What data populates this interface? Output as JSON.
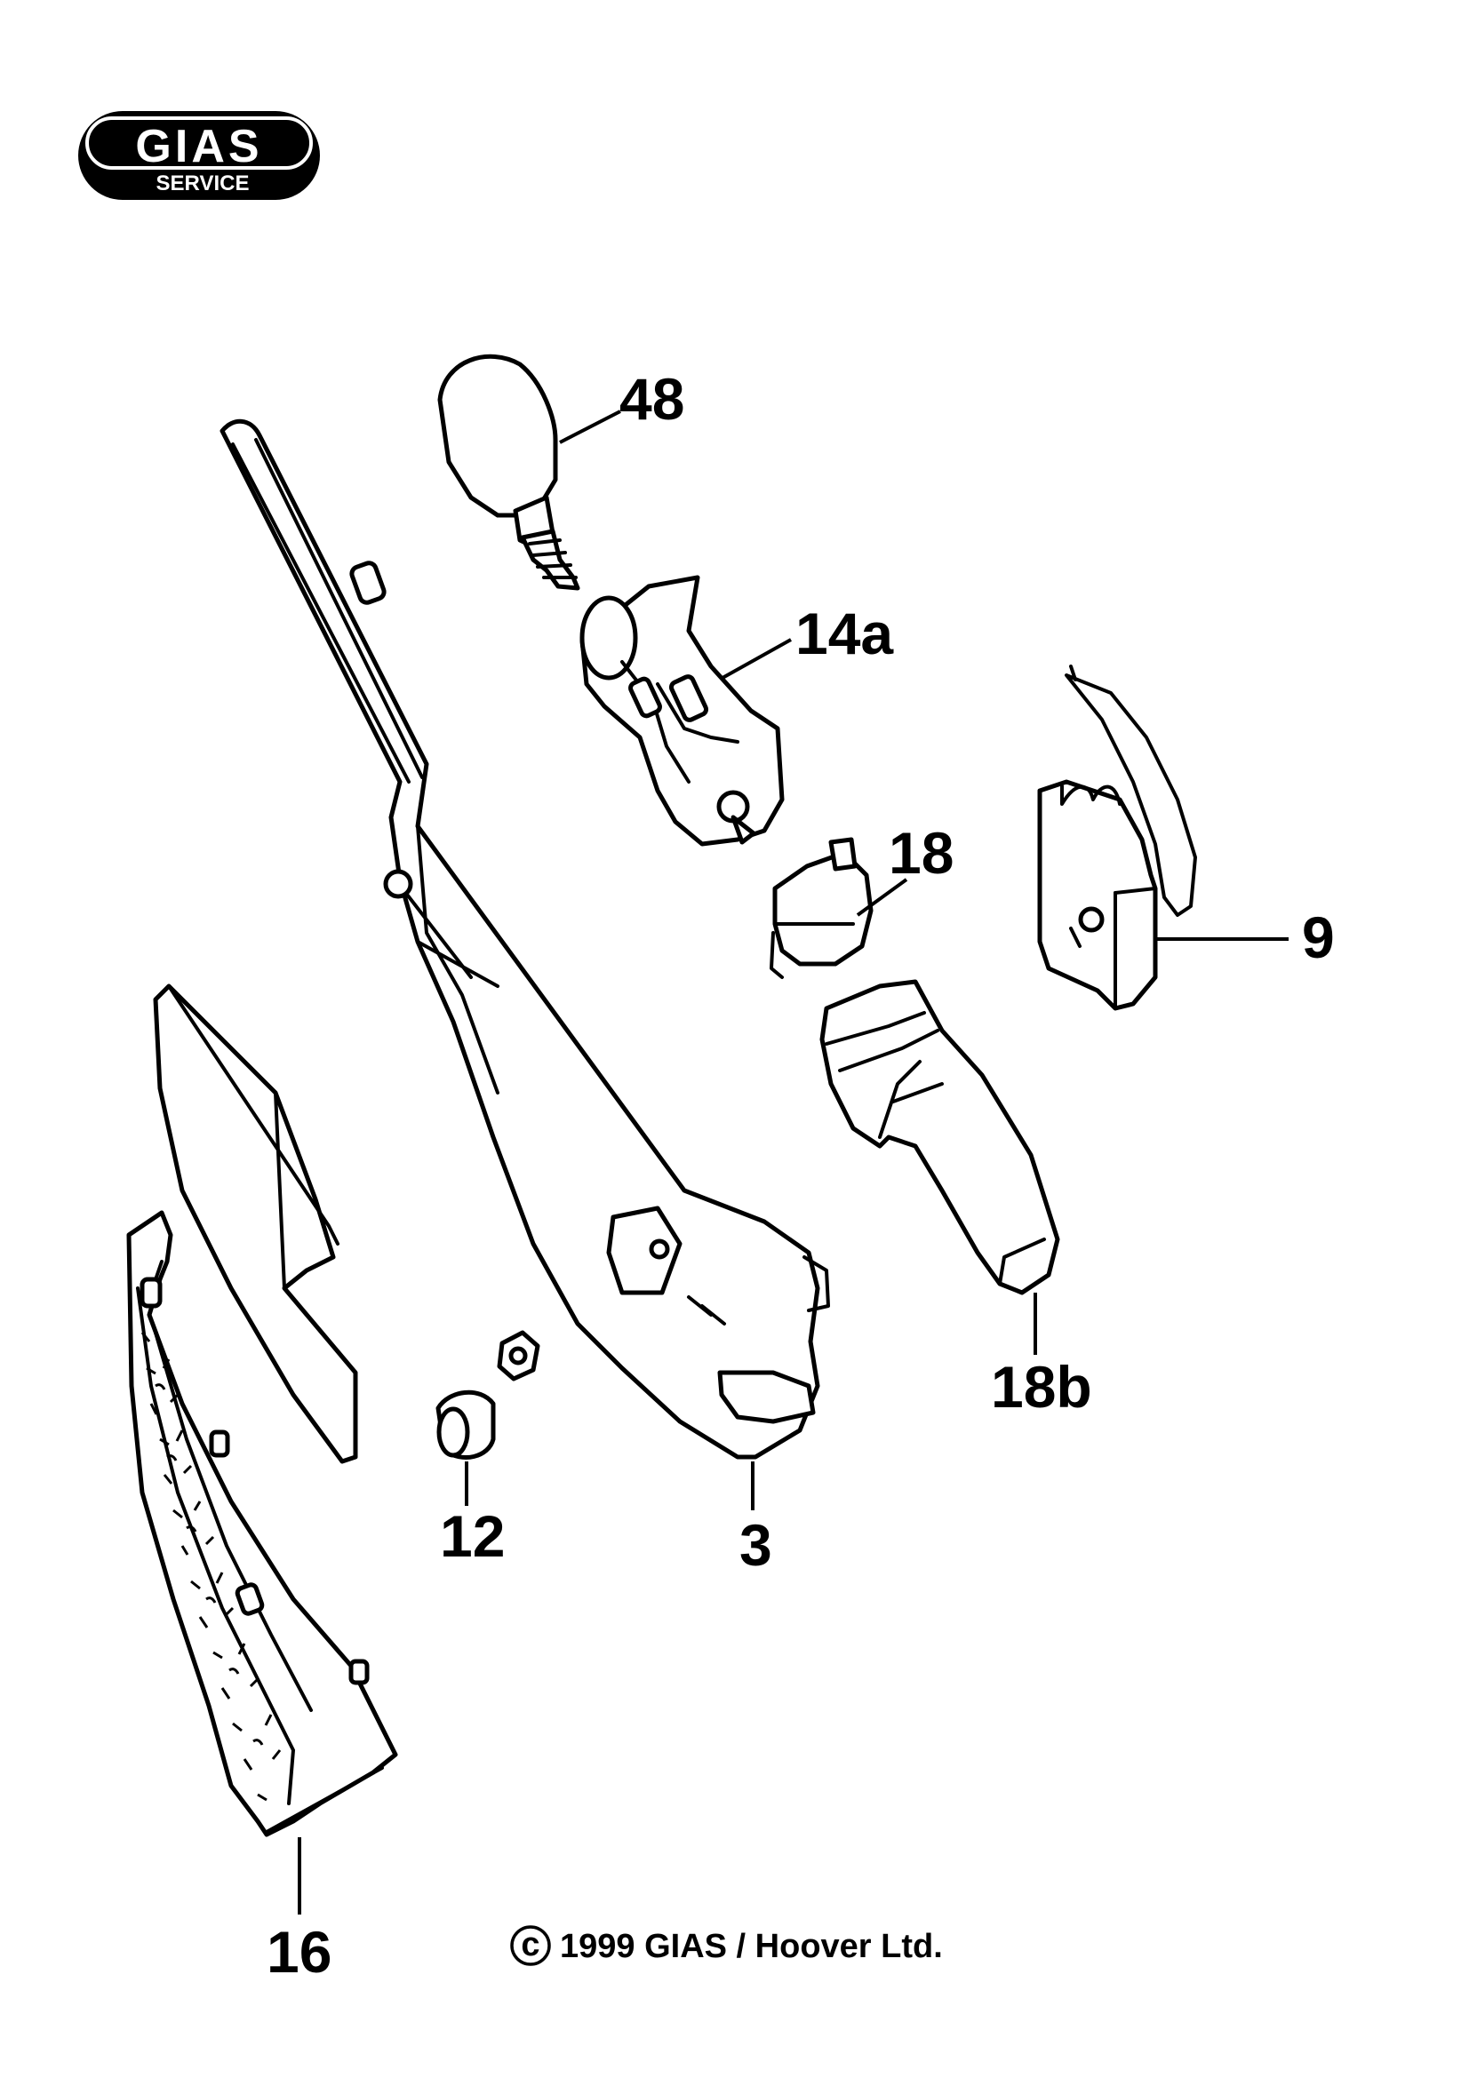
{
  "logo": {
    "brand": "GIAS",
    "sub": "SERVICE"
  },
  "callouts": {
    "p48": "48",
    "p14a": "14a",
    "p18": "18",
    "p9": "9",
    "p18b": "18b",
    "p12": "12",
    "p3": "3",
    "p16": "16"
  },
  "copyright": {
    "symbol": "c",
    "text": "1999 GIAS / Hoover Ltd."
  }
}
